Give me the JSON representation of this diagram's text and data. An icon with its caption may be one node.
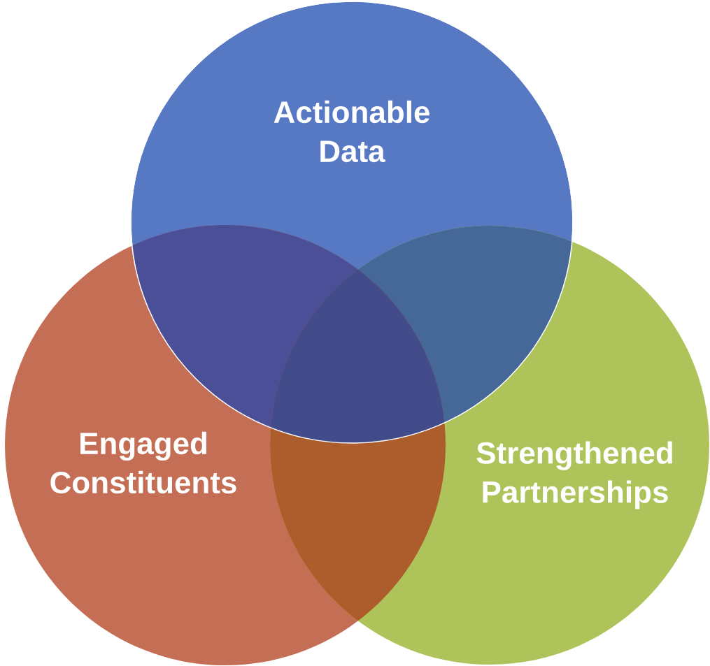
{
  "diagram": {
    "nodes": [
      {
        "text": [
          "Actionable Data"
        ]
      },
      {
        "text": [
          "Engaged Constituents"
        ]
      },
      {
        "text": [
          "Strengthened Partnerships"
        ]
      }
    ]
  }
}
